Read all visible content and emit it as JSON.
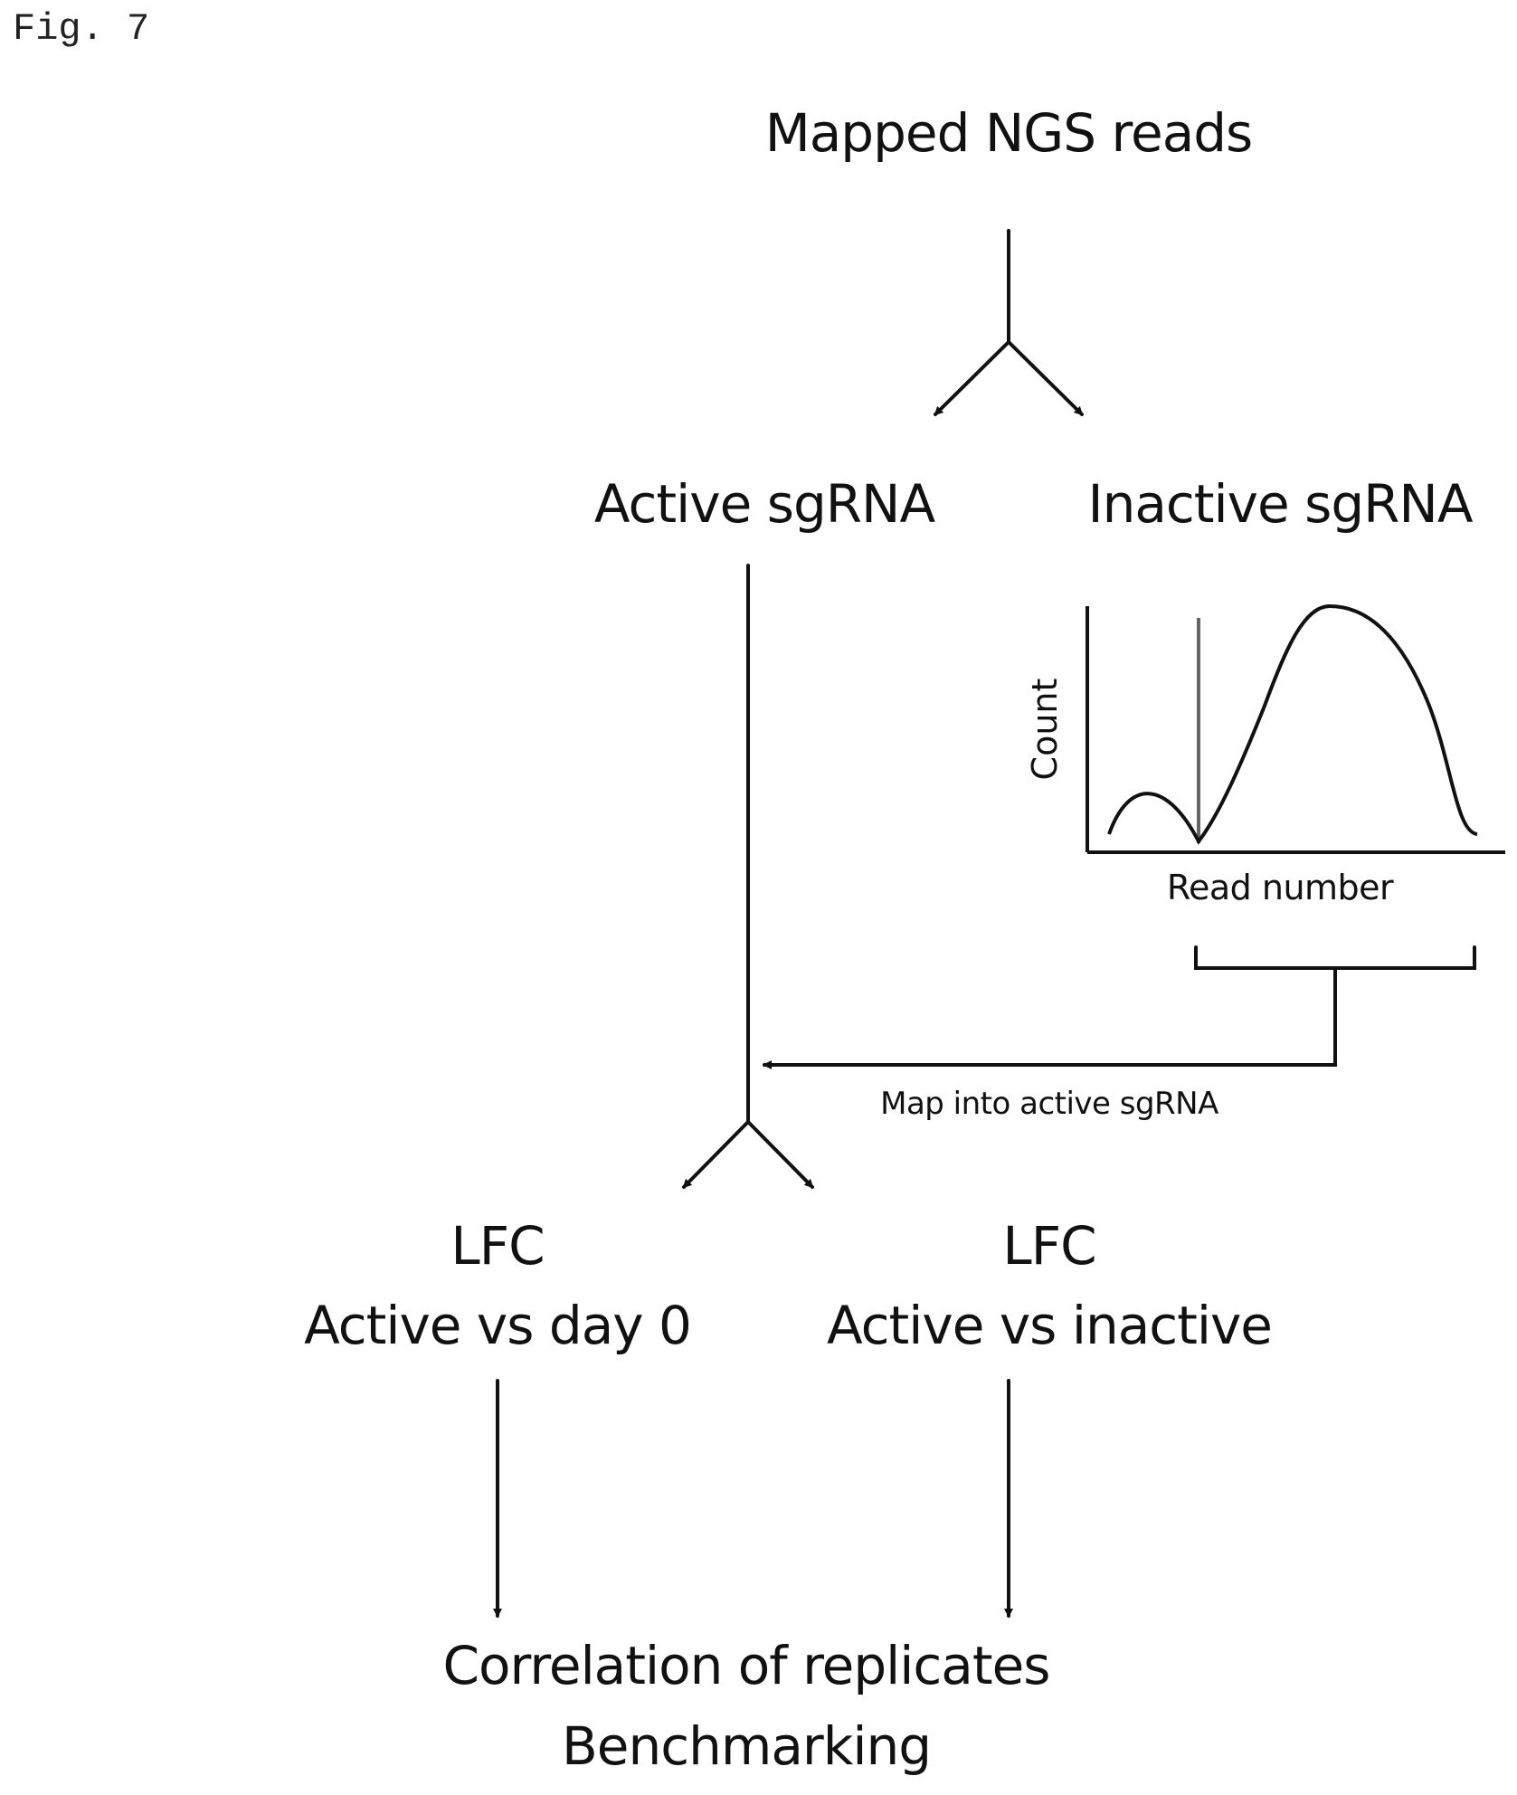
{
  "figure": {
    "label": "Fig. 7"
  },
  "nodes": {
    "mapped_reads": "Mapped NGS reads",
    "active_sgrna": "Active sgRNA",
    "inactive_sgrna": "Inactive sgRNA",
    "lfc_left_line1": "LFC",
    "lfc_left_line2": "Active vs day 0",
    "lfc_right_line1": "LFC",
    "lfc_right_line2": "Active vs inactive",
    "result_line1": "Correlation of replicates",
    "result_line2": "Benchmarking"
  },
  "inset_plot": {
    "ylabel": "Count",
    "xlabel": "Read number"
  },
  "edge_labels": {
    "map_into_active": "Map into active sgRNA"
  },
  "colors": {
    "line": "#111111",
    "background": "#ffffff"
  }
}
